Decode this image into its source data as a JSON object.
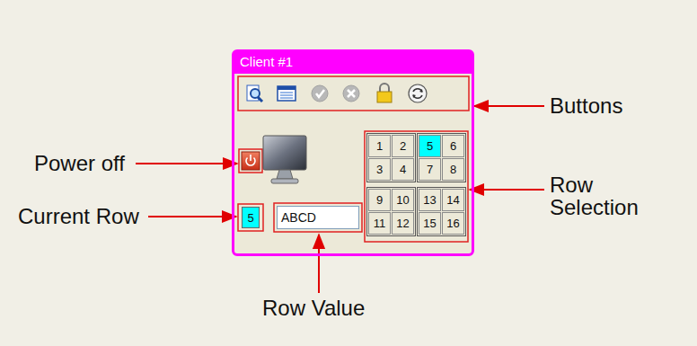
{
  "diagram": {
    "nodes": [
      {
        "text": [
          "Client #1"
        ]
      },
      {
        "text": [
          "1"
        ],
        "in": 0
      },
      {
        "text": [
          "2"
        ],
        "in": 0
      },
      {
        "text": [
          "5"
        ],
        "in": 0
      },
      {
        "text": [
          "6"
        ],
        "in": 0
      },
      {
        "text": [
          "3"
        ],
        "in": 0
      },
      {
        "text": [
          "4"
        ],
        "in": 0
      },
      {
        "text": [
          "7"
        ],
        "in": 0
      },
      {
        "text": [
          "8"
        ],
        "in": 0
      },
      {
        "text": [
          "9"
        ],
        "in": 0
      },
      {
        "text": [
          "10"
        ],
        "in": 0
      },
      {
        "text": [
          "13"
        ],
        "in": 0
      },
      {
        "text": [
          "14"
        ],
        "in": 0
      },
      {
        "text": [
          "11"
        ],
        "in": 0
      },
      {
        "text": [
          "12"
        ],
        "in": 0
      },
      {
        "text": [
          "15"
        ],
        "in": 0
      },
      {
        "text": [
          "16"
        ],
        "in": 0
      },
      {
        "text": [
          "5"
        ],
        "in": 0
      },
      {
        "text": [
          "ABCD"
        ],
        "in": 0
      }
    ],
    "labels": [
      "Buttons",
      "Power off",
      "Current Row",
      "Row Selection",
      "Row Value"
    ]
  }
}
